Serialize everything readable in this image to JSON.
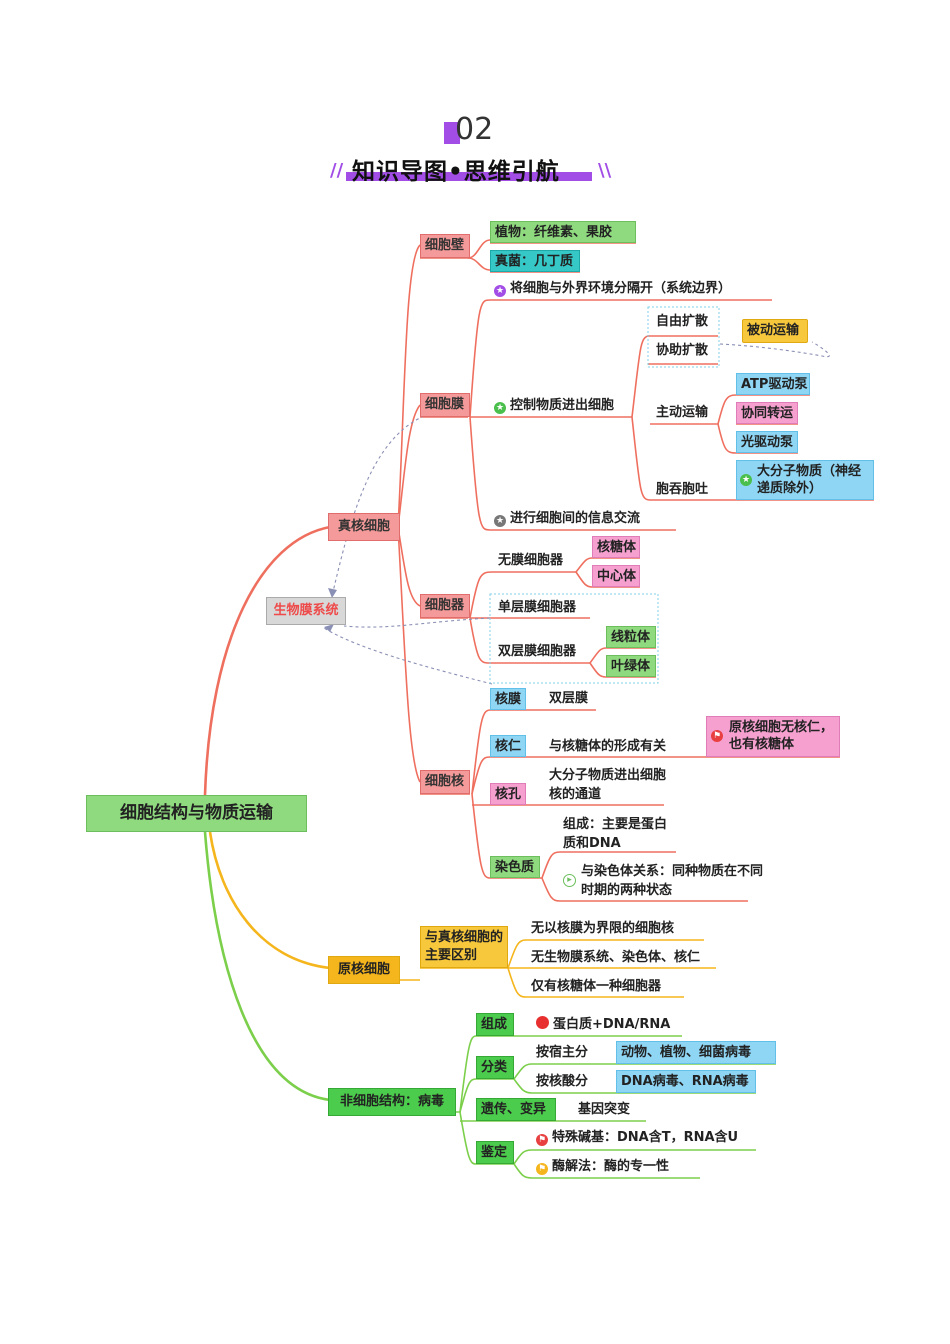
{
  "header": {
    "number": "02",
    "title": "知识导图•思维引航"
  },
  "root": "细胞结构与物质运输",
  "membrane_system": "生物膜系统",
  "eukaryote": {
    "label": "真核细胞",
    "wall": {
      "label": "细胞壁",
      "plant": "植物：纤维素、果胶",
      "fungi": "真菌：几丁质"
    },
    "membrane": {
      "label": "细胞膜",
      "separate": "将细胞与外界环境分隔开（系统边界）",
      "control": "控制物质进出细胞",
      "free_diffusion": "自由扩散",
      "facilitated_diffusion": "协助扩散",
      "passive": "被动运输",
      "active": "主动运输",
      "atp_pump": "ATP驱动泵",
      "cotransport": "协同转运",
      "light_pump": "光驱动泵",
      "endocytosis": "胞吞胞吐",
      "macromolecule": "大分子物质（神经递质除外）",
      "communication": "进行细胞间的信息交流"
    },
    "organelle": {
      "label": "细胞器",
      "non_membrane": "无膜细胞器",
      "ribosome": "核糖体",
      "centrosome": "中心体",
      "single_membrane": "单层膜细胞器",
      "double_membrane": "双层膜细胞器",
      "mitochondria": "线粒体",
      "chloroplast": "叶绿体"
    },
    "nucleus": {
      "label": "细胞核",
      "envelope": "核膜",
      "double_layer": "双层膜",
      "nucleolus": "核仁",
      "nucleolus_fn": "与核糖体的形成有关",
      "prokaryote_note": "原核细胞无核仁，也有核糖体",
      "pore": "核孔",
      "pore_fn": "大分子物质进出细胞核的通道",
      "chromatin": "染色质",
      "chromatin_comp": "组成：主要是蛋白质和DNA",
      "chromatin_rel": "与染色体关系：同种物质在不同时期的两种状态"
    }
  },
  "prokaryote": {
    "label": "原核细胞",
    "difference": "与真核细胞的主要区别",
    "d1": "无以核膜为界限的细胞核",
    "d2": "无生物膜系统、染色体、核仁",
    "d3": "仅有核糖体一种细胞器"
  },
  "virus": {
    "label": "非细胞结构：病毒",
    "composition": "组成",
    "composition_val": "蛋白质+DNA/RNA",
    "classify": "分类",
    "by_host": "按宿主分",
    "host_val": "动物、植物、细菌病毒",
    "by_acid": "按核酸分",
    "acid_val": "DNA病毒、RNA病毒",
    "heredity": "遗传、变异",
    "mutation": "基因突变",
    "identify": "鉴定",
    "special_base": "特殊碱基：DNA含T，RNA含U",
    "enzyme": "酶解法：酶的专一性"
  },
  "colors": {
    "purple": "#a24ee6",
    "red_branch": "#ef6f5f",
    "orange_branch": "#f5b51c",
    "green_branch": "#7bcf4a"
  }
}
